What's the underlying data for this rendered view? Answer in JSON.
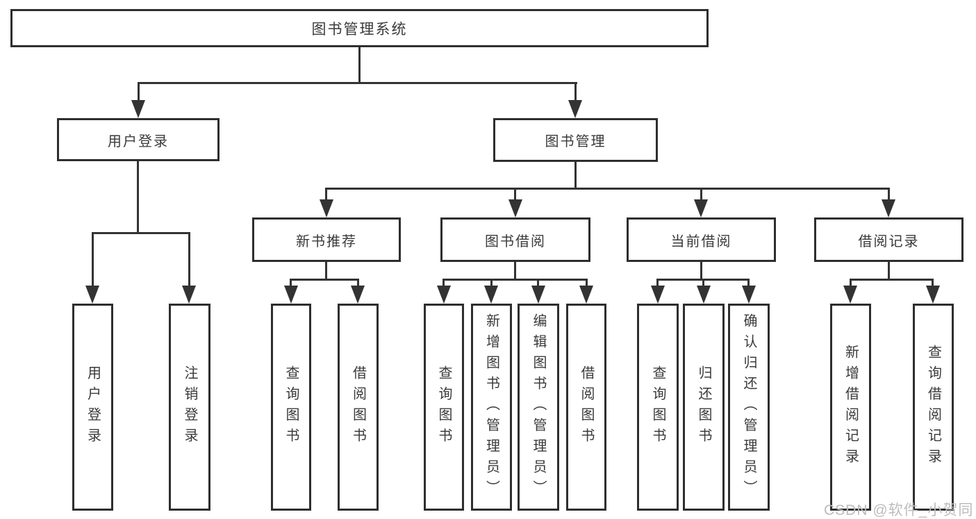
{
  "diagram": {
    "watermark": "CSDN @软件_小贺同学",
    "colors": {
      "line": "#333333",
      "box_border": "#2e2e2e",
      "text": "#3a3a3a",
      "watermark": "#bcbcbc",
      "background": "#ffffff"
    },
    "nodes": {
      "root": "图书管理系统",
      "level2": {
        "user_login": "用户登录",
        "book_mgmt": "图书管理"
      },
      "level3": {
        "new_book_rec": "新书推荐",
        "book_borrow": "图书借阅",
        "current_borrow": "当前借阅",
        "borrow_record": "借阅记录"
      },
      "leaves": {
        "user_login": "用户登录",
        "logout": "注销登录",
        "rec_query_book": "查询图书",
        "rec_borrow_book": "借阅图书",
        "bb_query_book": "查询图书",
        "bb_add_book": "新增图书（管理员）",
        "bb_edit_book": "编辑图书（管理员）",
        "bb_borrow_book": "借阅图书",
        "cb_query_book": "查询图书",
        "cb_return_book": "归还图书",
        "cb_confirm_return": "确认归还（管理员）",
        "br_add_record": "新增借阅记录",
        "br_query_record": "查询借阅记录"
      }
    }
  }
}
